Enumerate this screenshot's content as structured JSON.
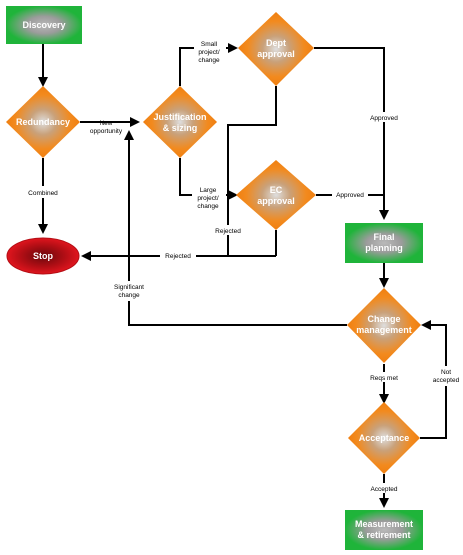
{
  "nodes": {
    "discovery": {
      "label": "Discovery",
      "shape": "rect"
    },
    "redundancy": {
      "label": "Redundancy",
      "shape": "diamond"
    },
    "stop": {
      "label": "Stop",
      "shape": "ellipse"
    },
    "justification": {
      "line1": "Justification",
      "line2": "& sizing",
      "shape": "diamond"
    },
    "dept_approval": {
      "line1": "Dept",
      "line2": "approval",
      "shape": "diamond"
    },
    "ec_approval": {
      "line1": "EC",
      "line2": "approval",
      "shape": "diamond"
    },
    "final_planning": {
      "line1": "Final",
      "line2": "planning",
      "shape": "rect"
    },
    "change_management": {
      "line1": "Change",
      "line2": "management",
      "shape": "diamond"
    },
    "acceptance": {
      "label": "Acceptance",
      "shape": "diamond"
    },
    "measurement": {
      "line1": "Measurement",
      "line2": "& retirement",
      "shape": "rect"
    }
  },
  "edges": {
    "new_opportunity": {
      "line1": "New",
      "line2": "opportunity"
    },
    "combined": {
      "label": "Combined"
    },
    "small_project": {
      "line1": "Small",
      "line2": "project/",
      "line3": "change"
    },
    "large_project": {
      "line1": "Large",
      "line2": "project/",
      "line3": "change"
    },
    "approved_dept": {
      "label": "Approved"
    },
    "approved_ec": {
      "label": "Approved"
    },
    "rejected_ec": {
      "label": "Rejected"
    },
    "rejected_main": {
      "label": "Rejected"
    },
    "significant_change": {
      "line1": "Significant",
      "line2": "change"
    },
    "reqs_met": {
      "label": "Reqs met"
    },
    "not_accepted": {
      "line1": "Not",
      "line2": "accepted"
    },
    "accepted": {
      "label": "Accepted"
    }
  },
  "colors": {
    "rect_fill": "#1fb43a",
    "rect_center": "#a8a8a8",
    "diamond_fill": "#f28a1e",
    "diamond_center": "#d7d7d7",
    "stop_fill": "#d9121b",
    "stop_center": "#7a0a0e",
    "line": "#000000"
  }
}
